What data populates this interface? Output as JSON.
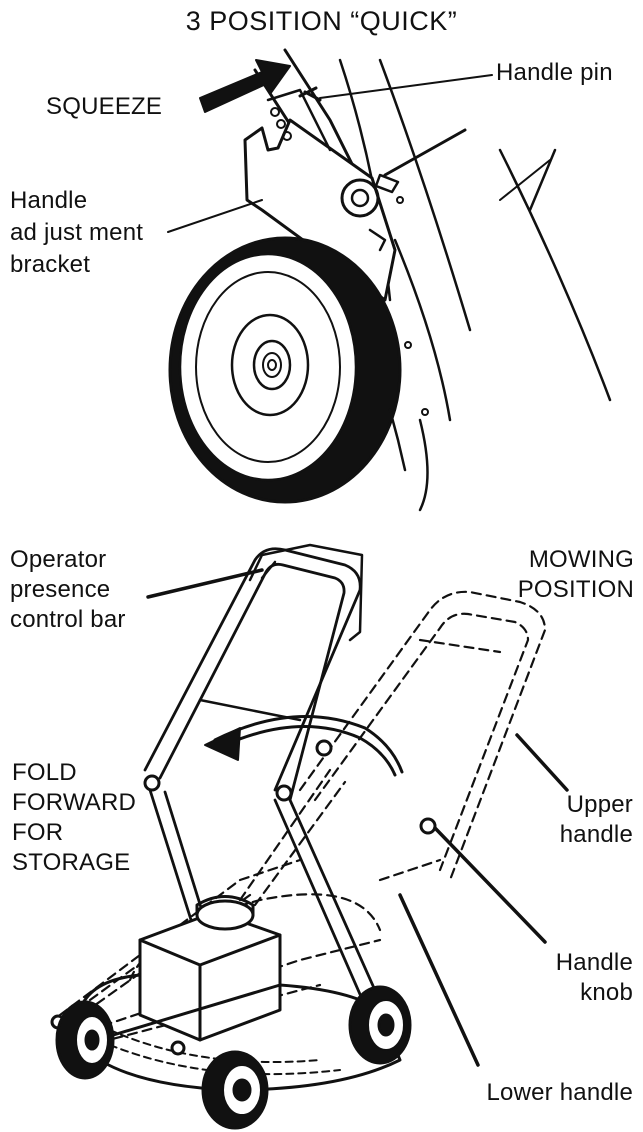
{
  "title": "3 POSITION “QUICK”",
  "labels": {
    "squeeze": "SQUEEZE",
    "handle_pin": "Handle pin",
    "bracket": "Handle\nad just ment\nbracket",
    "operator_bar": "Operator\npresence\ncontrol bar",
    "mowing_position": "MOWING\nPOSITION",
    "fold_forward": "FOLD\nFORWARD\nFOR\nSTORAGE",
    "upper_handle": "Upper\nhandle",
    "handle_knob": "Handle\nknob",
    "lower_handle": "Lower handle"
  },
  "colors": {
    "ink": "#111111",
    "background": "#ffffff"
  }
}
